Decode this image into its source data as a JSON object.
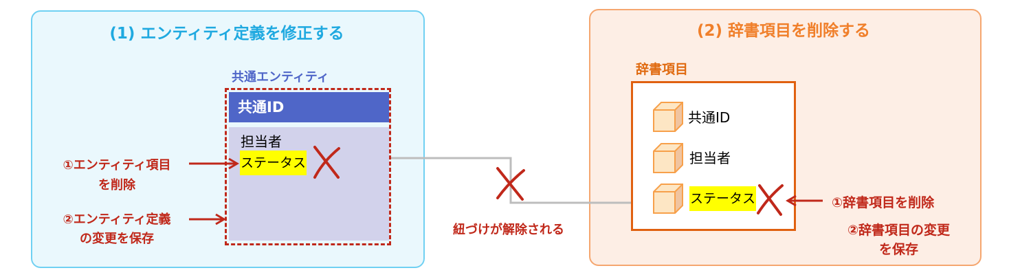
{
  "left_panel": {
    "title": "(1) エンティティ定義を修正する",
    "entity_label": "共通エンティティ",
    "entity_header": "共通ID",
    "fields": [
      "担当者",
      "ステータス"
    ],
    "step1": [
      "①エンティティ項目",
      "を削除"
    ],
    "step2": [
      "②エンティティ定義",
      "の変更を保存"
    ]
  },
  "connector": {
    "label": "紐づけが解除される"
  },
  "right_panel": {
    "title": "(2) 辞書項目を削除する",
    "box_label": "辞書項目",
    "items": [
      "共通ID",
      "担当者",
      "ステータス"
    ],
    "step1": "①辞書項目を削除",
    "step2": [
      "②辞書項目の変更",
      "を保存"
    ]
  },
  "colors": {
    "left_accent": "#1fa9e0",
    "entity_blue": "#4f66c8",
    "right_accent": "#f07f2a",
    "red": "#c0281a",
    "highlight": "#ffff00"
  }
}
